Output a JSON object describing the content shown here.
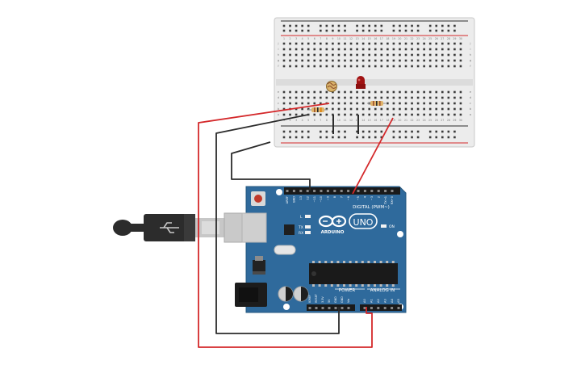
{
  "arduino": {
    "model_logo": "UNO",
    "brand": "ARDUINO",
    "digital_header_label": "DIGITAL (PWM~)",
    "power_label": "POWER",
    "analog_label": "ANALOG IN",
    "on_label": "ON",
    "l_label": "L",
    "tx_label": "TX",
    "rx_label": "RX",
    "top_pin_labels": [
      "AREF",
      "GND",
      "13",
      "12",
      "~11",
      "~10",
      "~9",
      "8",
      "7",
      "~6",
      "~5",
      "4",
      "~3",
      "2",
      "TX→1",
      "RX←0"
    ],
    "power_pin_labels": [
      "IOREF",
      "RESET",
      "3.3V",
      "5V",
      "GND",
      "GND",
      "Vin"
    ],
    "analog_pin_labels": [
      "A0",
      "A1",
      "A2",
      "A3",
      "A4",
      "A5"
    ]
  },
  "breadboard": {
    "column_numbers": [
      "1",
      "2",
      "3",
      "4",
      "5",
      "6",
      "7",
      "8",
      "9",
      "10",
      "11",
      "12",
      "13",
      "14",
      "15",
      "16",
      "17",
      "18",
      "19",
      "20",
      "21",
      "22",
      "23",
      "24",
      "25",
      "26",
      "27",
      "28",
      "29",
      "30"
    ],
    "row_letters_top": [
      "j",
      "i",
      "h",
      "g",
      "f"
    ],
    "row_letters_bottom": [
      "e",
      "d",
      "c",
      "b",
      "a"
    ]
  },
  "colors": {
    "board_blue": "#2f6a9c",
    "breadboard": "#ececec",
    "wire_red": "#d4282a",
    "wire_black": "#2b2b2b",
    "led_red": "#a01212"
  },
  "icons": {
    "usb_cable": "usb-plug-icon",
    "infinity_logo": "arduino-infinity-icon"
  }
}
